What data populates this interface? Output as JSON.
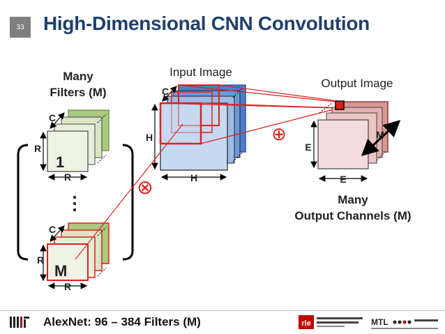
{
  "slide": {
    "number": "33",
    "title": "High-Dimensional CNN Convolution"
  },
  "filters": {
    "heading_line1": "Many",
    "heading_line2": "Filters (M)",
    "top": {
      "label": "1",
      "channel_label": "C",
      "height_label": "R",
      "width_label": "R"
    },
    "ellipsis": "⋮",
    "bottom": {
      "label": "M",
      "channel_label": "C",
      "height_label": "R",
      "width_label": "R"
    }
  },
  "input": {
    "heading": "Input Image",
    "channel_label": "C",
    "height_label": "H",
    "width_label": "H"
  },
  "output": {
    "heading": "Output Image",
    "channel_label": "M",
    "height_label": "E",
    "width_label": "E",
    "caption_line1": "Many",
    "caption_line2": "Output Channels (M)"
  },
  "operators": {
    "multiply": "⊗",
    "sum": "⊕"
  },
  "footer": {
    "text": "AlexNet: 96 – 384 Filters (M)",
    "logo_mit": "MIT",
    "logo_rle": "rle",
    "logo_mtl": "MTL"
  },
  "colors": {
    "title": "#1f3f6e",
    "filter_green": "#a9c97f",
    "filter_light": "#eef3e4",
    "input_blue": "#4a7fd0",
    "input_light": "#c5d9f1",
    "highlight_red": "#e0201b",
    "output_rose": "#d99694",
    "output_light": "#f3dcdb"
  }
}
